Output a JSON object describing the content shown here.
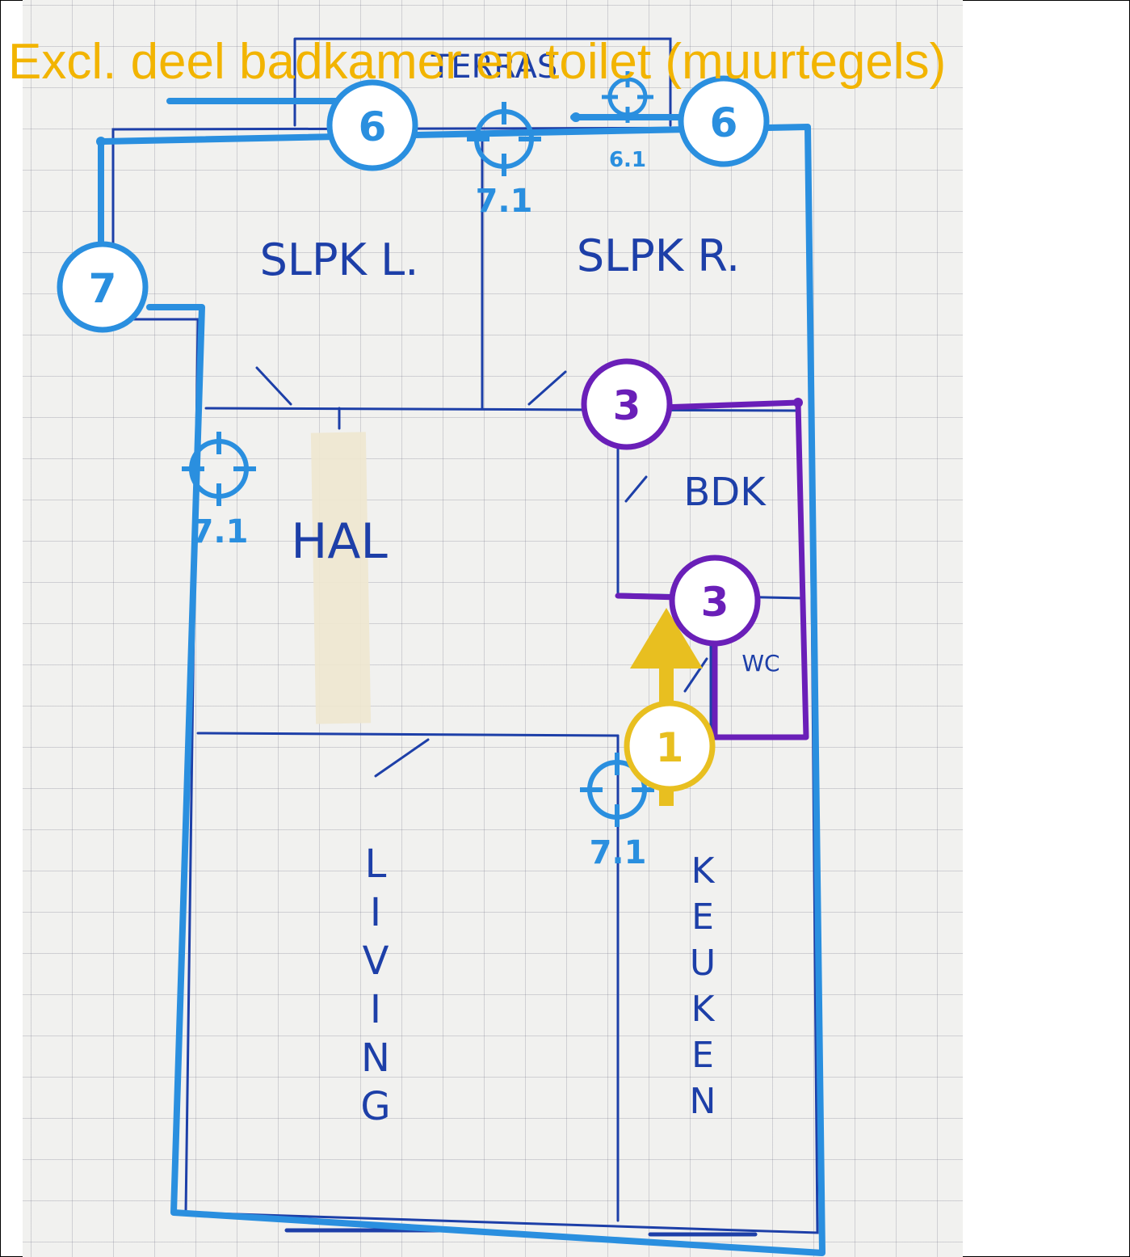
{
  "title": "Excl. deel badkamer en toilet (muurtegels)",
  "sketch": {
    "top_label": "TERRAS",
    "rooms": {
      "slpk_l": "SLPK L.",
      "slpk_r": "SLPK R.",
      "hal": "HAL",
      "bdk": "BDK",
      "wc": "WC",
      "living": "LIVING",
      "keuken": "KEUKEN"
    }
  },
  "markers": {
    "badge_6a": "6",
    "badge_6b": "6",
    "badge_7": "7",
    "badge_3a": "3",
    "badge_3b": "3",
    "badge_1": "1"
  },
  "targets": {
    "t_top_mid": "7.1",
    "t_top_right": "6.1",
    "t_hal": "7.1",
    "t_kitchen": "7.1"
  },
  "colors": {
    "outline_blue": "#2a8fdf",
    "purple": "#6a1fb8",
    "yellow": "#e8bf20",
    "ink": "#1d3fa8"
  }
}
